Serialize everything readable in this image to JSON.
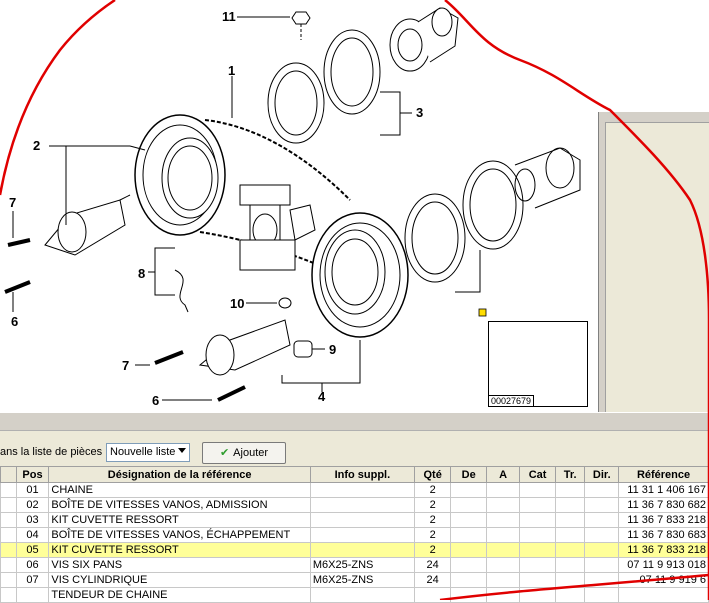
{
  "callouts": [
    "11",
    "1",
    "3",
    "2",
    "7",
    "6",
    "8",
    "10",
    "9",
    "7",
    "6",
    "4"
  ],
  "thumbnail": {
    "label": "00027679"
  },
  "toolbar": {
    "list_label": "ans la liste de pièces",
    "list_select_value": "Nouvelle liste",
    "add_button_label": "Ajouter"
  },
  "table": {
    "headers": [
      "Pos",
      "Désignation de la référence",
      "Info suppl.",
      "Qté",
      "De",
      "A",
      "Cat",
      "Tr.",
      "Dir.",
      "Référence"
    ],
    "rows": [
      {
        "pos": "01",
        "designation": "CHAINE",
        "info": "",
        "qty": "2",
        "ref": "11 31 1 406 167"
      },
      {
        "pos": "02",
        "designation": "BOÎTE DE VITESSES VANOS, ADMISSION",
        "info": "",
        "qty": "2",
        "ref": "11 36 7 830 682"
      },
      {
        "pos": "03",
        "designation": "KIT CUVETTE RESSORT",
        "info": "",
        "qty": "2",
        "ref": "11 36 7 833 218"
      },
      {
        "pos": "04",
        "designation": "BOÎTE DE VITESSES VANOS, ÉCHAPPEMENT",
        "info": "",
        "qty": "2",
        "ref": "11 36 7 830 683"
      },
      {
        "pos": "05",
        "designation": "KIT CUVETTE RESSORT",
        "info": "",
        "qty": "2",
        "ref": "11 36 7 833 218"
      },
      {
        "pos": "06",
        "designation": "VIS SIX PANS",
        "info": "M6X25-ZNS",
        "qty": "24",
        "ref": "07 11 9 913 018"
      },
      {
        "pos": "07",
        "designation": "VIS CYLINDRIQUE",
        "info": "M6X25-ZNS",
        "qty": "24",
        "ref": "07 11 9 919 6"
      },
      {
        "pos": "",
        "designation": "TENDEUR DE CHAINE",
        "info": "",
        "qty": "",
        "ref": ""
      }
    ]
  }
}
